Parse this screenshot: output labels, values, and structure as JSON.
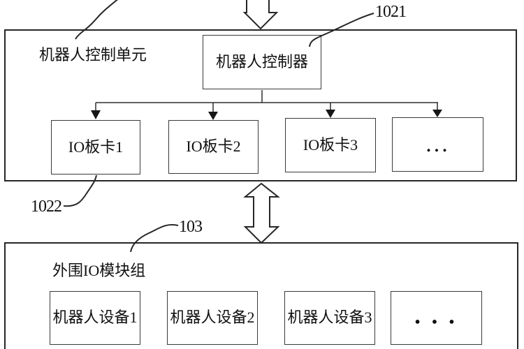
{
  "figure": {
    "type": "block-diagram",
    "colors": {
      "line": "#262626",
      "text": "#111111",
      "background": "#ffffff",
      "arrow_fill": "#ffffff"
    },
    "icons": {
      "top_arrow": "hollow-down-arrow",
      "link_arrow": "hollow-double-vertical-arrow",
      "branch_arrow": "filled-down-triangle"
    }
  },
  "top_unit": {
    "label": "机器人控制单元",
    "controller": {
      "label": "机器人控制器",
      "ref": "1021"
    },
    "io_board_ref": "1022",
    "io_boards": [
      {
        "label": "IO板卡1"
      },
      {
        "label": "IO板卡2"
      },
      {
        "label": "IO板卡3"
      },
      {
        "label": "..."
      }
    ]
  },
  "bottom_unit": {
    "label": "外围IO模块组",
    "ref": "103",
    "devices": [
      {
        "label": "机器人设备1"
      },
      {
        "label": "机器人设备2"
      },
      {
        "label": "机器人设备3"
      },
      {
        "label": "• • •"
      }
    ]
  }
}
